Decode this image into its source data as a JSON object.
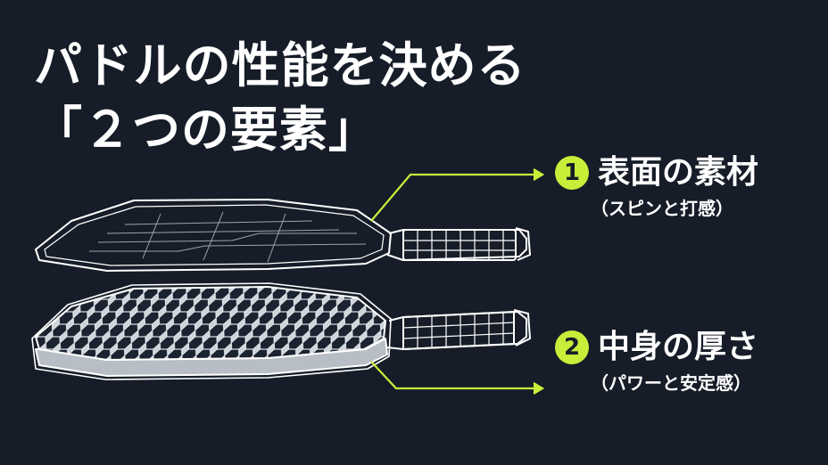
{
  "title": {
    "line1": "パドルの性能を決める",
    "line2": "「２つの要素」"
  },
  "callouts": [
    {
      "number": "1",
      "label": "表面の素材",
      "sub": "（スピンと打感）"
    },
    {
      "number": "2",
      "label": "中身の厚さ",
      "sub": "（パワーと安定感）"
    }
  ],
  "colors": {
    "background": "#161d28",
    "accent": "#c8ee3a",
    "line": "#ffffff"
  },
  "icons": [
    "paddle-face-icon",
    "paddle-core-honeycomb-icon",
    "arrow-right-icon"
  ]
}
